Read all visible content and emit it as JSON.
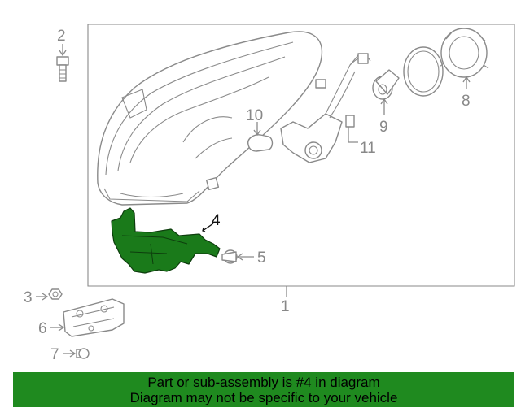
{
  "diagram": {
    "callouts": [
      {
        "id": "1",
        "label": "1"
      },
      {
        "id": "2",
        "label": "2"
      },
      {
        "id": "3",
        "label": "3"
      },
      {
        "id": "4",
        "label": "4"
      },
      {
        "id": "5",
        "label": "5"
      },
      {
        "id": "6",
        "label": "6"
      },
      {
        "id": "7",
        "label": "7"
      },
      {
        "id": "8",
        "label": "8"
      },
      {
        "id": "9",
        "label": "9"
      },
      {
        "id": "10",
        "label": "10"
      },
      {
        "id": "11",
        "label": "11"
      }
    ],
    "highlight_part": "4",
    "highlight_color": "#1a7a1a",
    "line_color": "#8a8a8a"
  },
  "banner": {
    "line1": "Part or sub-assembly is #4 in diagram",
    "line2": "Diagram may not be specific to your vehicle",
    "background": "#1f8a1f"
  }
}
